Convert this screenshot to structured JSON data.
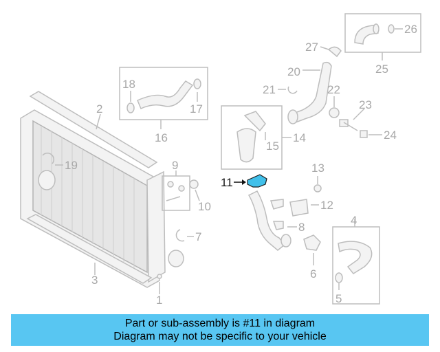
{
  "diagram": {
    "callouts": {
      "c1": "1",
      "c2": "2",
      "c3": "3",
      "c4": "4",
      "c5": "5",
      "c6": "6",
      "c7": "7",
      "c8": "8",
      "c9": "9",
      "c10": "10",
      "c11": "11",
      "c12": "12",
      "c13": "13",
      "c14": "14",
      "c15": "15",
      "c16": "16",
      "c17": "17",
      "c18": "18",
      "c19": "19",
      "c20": "20",
      "c21": "21",
      "c22": "22",
      "c23": "23",
      "c24": "24",
      "c25": "25",
      "c26": "26",
      "c27": "27"
    },
    "highlighted_part": "11",
    "colors": {
      "highlight": "#41c0ea",
      "banner": "#58c6f2",
      "parts": "#bdbdbd"
    }
  },
  "banner": {
    "line1": "Part or sub-assembly is #11 in diagram",
    "line2": "Diagram may not be specific to your vehicle"
  }
}
